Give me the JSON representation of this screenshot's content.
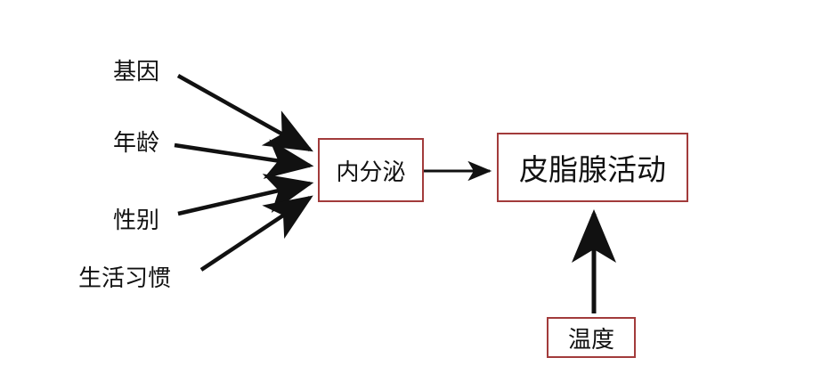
{
  "factors": {
    "genes": "基因",
    "age": "年龄",
    "sex": "性别",
    "lifestyle": "生活习惯"
  },
  "nodes": {
    "endocrine": "内分泌",
    "sebaceous_activity": "皮脂腺活动",
    "temperature": "温度"
  },
  "colors": {
    "box_border": "#a23b3b",
    "arrow": "#111111",
    "text": "#111111"
  }
}
